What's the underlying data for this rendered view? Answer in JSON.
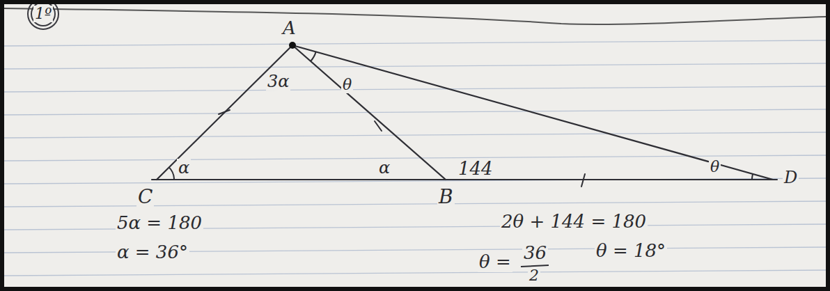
{
  "diagram": {
    "labels": [
      "1º",
      "A",
      "3α",
      "θ",
      "α",
      "α",
      "144",
      "θ",
      "C",
      "B",
      "D",
      "5α = 180",
      "α = 36°",
      "2θ + 144 = 180",
      "θ =",
      "36",
      "2",
      "θ = 18°"
    ]
  }
}
